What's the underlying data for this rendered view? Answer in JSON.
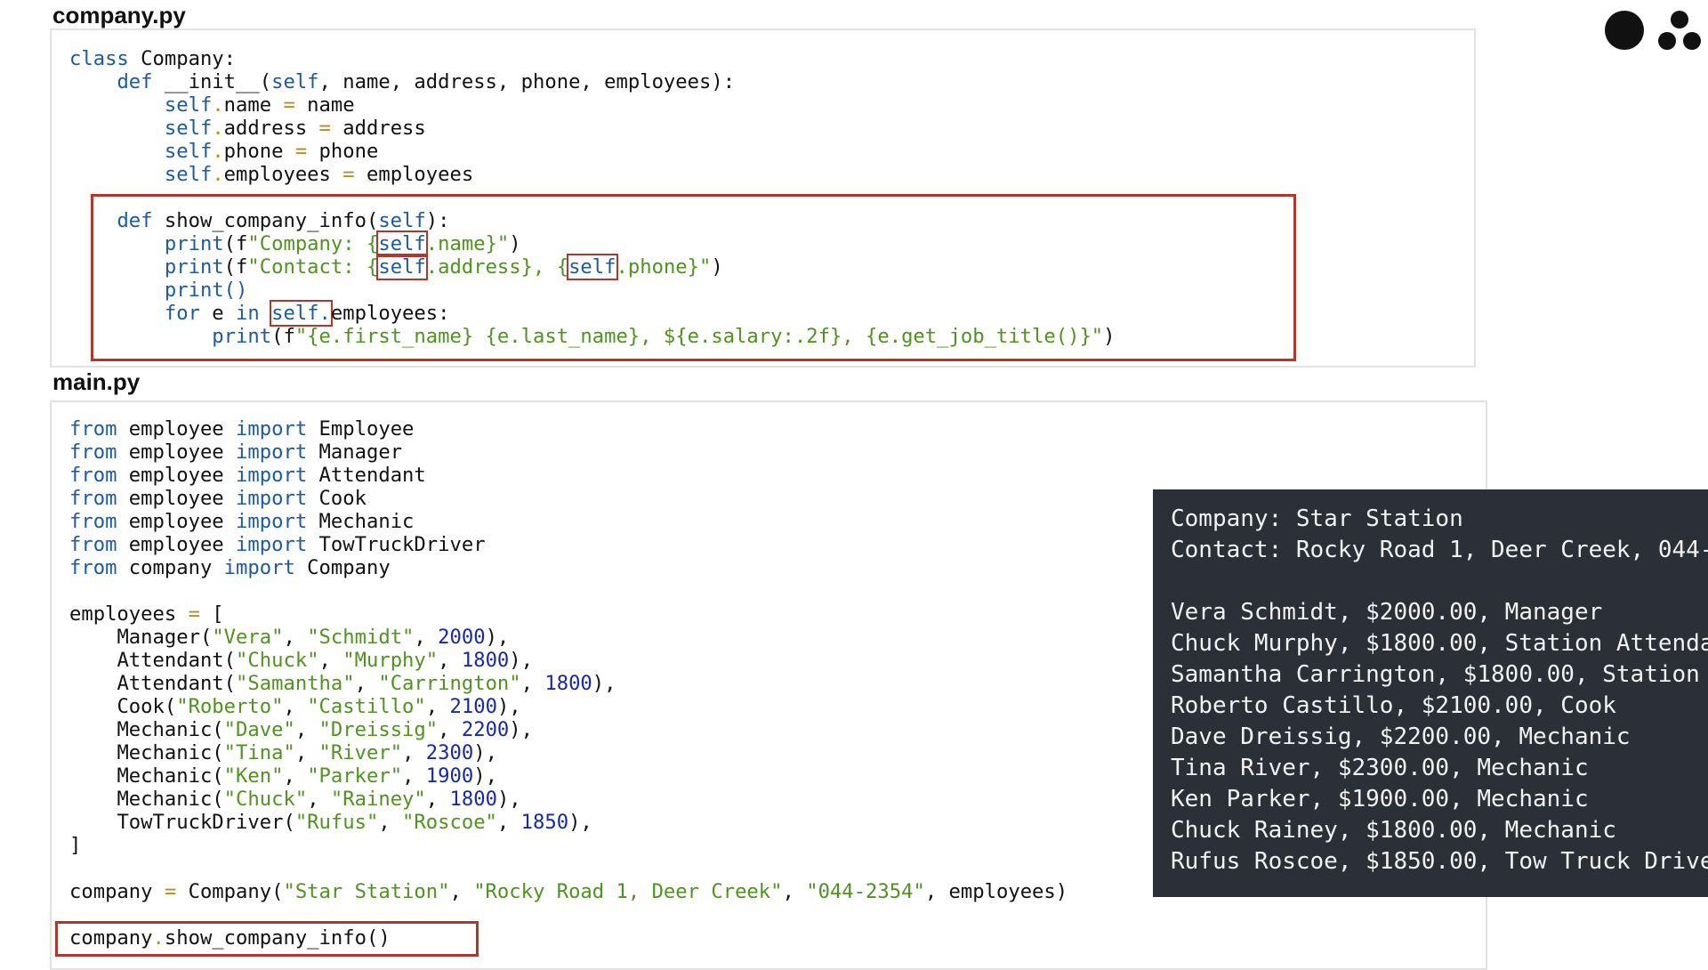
{
  "files": {
    "company": {
      "title": "company.py",
      "tokens": {
        "class_kw": "class",
        "class_name": " Company:",
        "def1": "def",
        "init_sig": " __init__(",
        "self": "self",
        "init_params": ", name, address, phone, employees):",
        "dot": ".",
        "eq": "=",
        "attr_name": "name",
        "attr_address": "address",
        "attr_phone": "phone",
        "attr_employees": "employees",
        "val_name": " name",
        "val_address": " address",
        "val_phone": " phone",
        "val_employees": " employees",
        "def2": "def",
        "show_sig": " show_company_info(",
        "close_colon": "):",
        "print": "print",
        "open_f": "(f",
        "s1a": "\"Company: {",
        "s1b": ".name}\"",
        "close": ")",
        "s2a": "\"Contact: {",
        "s2b": ".address}, {",
        "s2c": ".phone}\"",
        "print_empty": "print()",
        "for_kw": "for",
        "e_var": " e ",
        "in_kw": "in",
        "self_dot": "self.",
        "employees_colon": "employees:",
        "s4": "\"{e.first_name} {e.last_name}, ${e.salary:.2f}, {e.get_job_title()}\""
      }
    },
    "main": {
      "title": "main.py",
      "tokens": {
        "from": "from",
        "import": "import",
        "mod_employee": " employee ",
        "mod_company": " company ",
        "imp_Employee": " Employee",
        "imp_Manager": " Manager",
        "imp_Attendant": " Attendant",
        "imp_Cook": " Cook",
        "imp_Mechanic": " Mechanic",
        "imp_TowTruckDriver": " TowTruckDriver",
        "imp_Company": " Company",
        "employees_var": "employees ",
        "eq": "=",
        "open_bracket": " [",
        "close_bracket": "]",
        "comma": ", ",
        "row_end": "),",
        "cls_Manager": "Manager(",
        "cls_Attendant": "Attendant(",
        "cls_Cook": "Cook(",
        "cls_Mechanic": "Mechanic(",
        "cls_TowTruckDriver": "TowTruckDriver(",
        "rows": [
          {
            "first": "\"Vera\"",
            "last": "\"Schmidt\"",
            "salary": "2000"
          },
          {
            "first": "\"Chuck\"",
            "last": "\"Murphy\"",
            "salary": "1800"
          },
          {
            "first": "\"Samantha\"",
            "last": "\"Carrington\"",
            "salary": "1800"
          },
          {
            "first": "\"Roberto\"",
            "last": "\"Castillo\"",
            "salary": "2100"
          },
          {
            "first": "\"Dave\"",
            "last": "\"Dreissig\"",
            "salary": "2200"
          },
          {
            "first": "\"Tina\"",
            "last": "\"River\"",
            "salary": "2300"
          },
          {
            "first": "\"Ken\"",
            "last": "\"Parker\"",
            "salary": "1900"
          },
          {
            "first": "\"Chuck\"",
            "last": "\"Rainey\"",
            "salary": "1800"
          },
          {
            "first": "\"Rufus\"",
            "last": "\"Roscoe\"",
            "salary": "1850"
          }
        ],
        "company_var": "company ",
        "company_ctor": " Company(",
        "arg_name": "\"Star Station\"",
        "arg_address": "\"Rocky Road 1, Deer Creek\"",
        "arg_phone": "\"044-2354\"",
        "arg_end": ", employees)",
        "call_obj": "company",
        "dot": ".",
        "call_method": "show_company_info()"
      }
    }
  },
  "terminal": {
    "lines": [
      "Company: Star Station",
      "Contact: Rocky Road 1, Deer Creek, 044-",
      "",
      "Vera Schmidt, $2000.00, Manager",
      "Chuck Murphy, $1800.00, Station Attenda",
      "Samantha Carrington, $1800.00, Station",
      "Roberto Castillo, $2100.00, Cook",
      "Dave Dreissig, $2200.00, Mechanic",
      "Tina River, $2300.00, Mechanic",
      "Ken Parker, $1900.00, Mechanic",
      "Chuck Rainey, $1800.00, Mechanic",
      "Rufus Roscoe, $1850.00, Tow Truck Drive"
    ]
  },
  "icons": {
    "logo": "dots-logo-icon"
  },
  "colors": {
    "keyword": "#1c5aa6",
    "operator": "#c08a1d",
    "string": "#4f9320",
    "number": "#1627b0",
    "highlight": "#b3362c",
    "terminal_bg": "#2b2f36"
  }
}
